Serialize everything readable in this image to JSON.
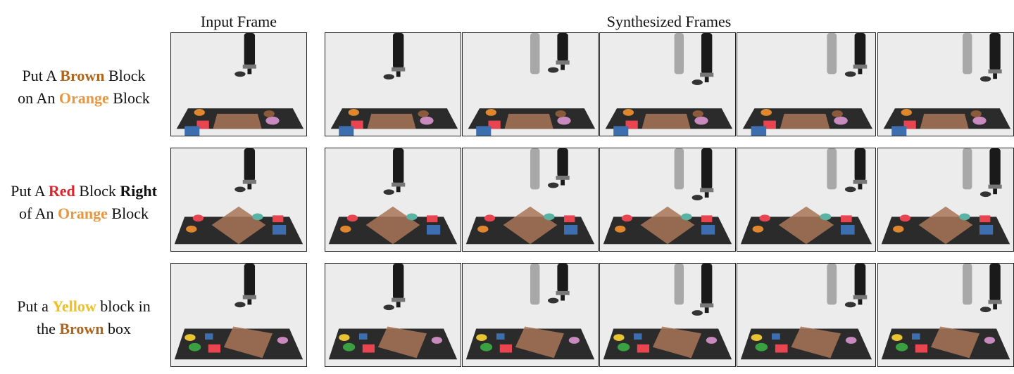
{
  "headers": {
    "input_frame": "Input Frame",
    "synthesized_frames": "Synthesized Frames"
  },
  "rows": [
    {
      "label_lines": [
        [
          {
            "t": "Put A ",
            "c": "#111111",
            "b": false
          },
          {
            "t": "Brown",
            "c": "#b0651c",
            "b": true
          },
          {
            "t": " Block",
            "c": "#111111",
            "b": false
          }
        ],
        [
          {
            "t": "on An ",
            "c": "#111111",
            "b": false
          },
          {
            "t": "Orange",
            "c": "#e8973e",
            "b": true
          },
          {
            "t": " Block",
            "c": "#111111",
            "b": false
          }
        ]
      ],
      "scene": "sceneA"
    },
    {
      "label_lines": [
        [
          {
            "t": "Put A ",
            "c": "#111111",
            "b": false
          },
          {
            "t": "Red",
            "c": "#e0242b",
            "b": true
          },
          {
            "t": " Block ",
            "c": "#111111",
            "b": false
          },
          {
            "t": "Right",
            "c": "#111111",
            "b": true
          }
        ],
        [
          {
            "t": "of An ",
            "c": "#111111",
            "b": false
          },
          {
            "t": "Orange",
            "c": "#e8973e",
            "b": true
          },
          {
            "t": " Block",
            "c": "#111111",
            "b": false
          }
        ]
      ],
      "scene": "sceneB"
    },
    {
      "label_lines": [
        [
          {
            "t": "Put a ",
            "c": "#111111",
            "b": false
          },
          {
            "t": "Yellow",
            "c": "#f0c020",
            "b": true
          },
          {
            "t": " block in",
            "c": "#111111",
            "b": false
          }
        ],
        [
          {
            "t": "the ",
            "c": "#111111",
            "b": false
          },
          {
            "t": "Brown",
            "c": "#b0651c",
            "b": true
          },
          {
            "t": " box",
            "c": "#111111",
            "b": false
          }
        ]
      ],
      "scene": "sceneC"
    }
  ],
  "colors": {
    "table": "#2b2b2b",
    "brown_tray": "#a97458",
    "red": "#e84550",
    "blue": "#3d6fb0",
    "orange": "#e0872e",
    "pink": "#c98ac0",
    "teal": "#5ab3a3",
    "green": "#3aa142",
    "yellow": "#e8c334",
    "robot": "#1a1a1a",
    "ghost_robot": "#a8a8a8"
  }
}
